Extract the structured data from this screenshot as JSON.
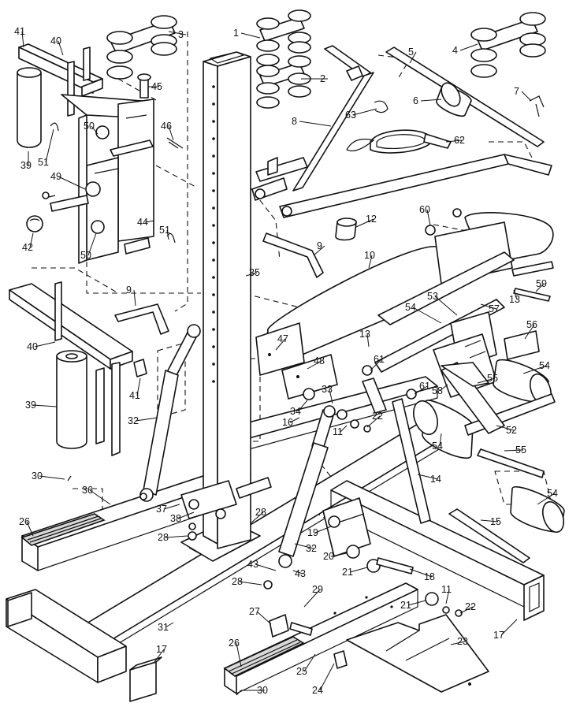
{
  "diagram": {
    "title": "",
    "parts": [
      {
        "id": "p1",
        "number": "1"
      },
      {
        "id": "p2",
        "number": "2"
      },
      {
        "id": "p3",
        "number": "3"
      },
      {
        "id": "p4",
        "number": "4"
      },
      {
        "id": "p5",
        "number": "5"
      },
      {
        "id": "p6",
        "number": "6"
      },
      {
        "id": "p7",
        "number": "7"
      },
      {
        "id": "p8",
        "number": "8"
      },
      {
        "id": "p9a",
        "number": "9"
      },
      {
        "id": "p9b",
        "number": "9"
      },
      {
        "id": "p10",
        "number": "10"
      },
      {
        "id": "p11a",
        "number": "11"
      },
      {
        "id": "p11b",
        "number": "11"
      },
      {
        "id": "p12",
        "number": "12"
      },
      {
        "id": "p13a",
        "number": "13"
      },
      {
        "id": "p13b",
        "number": "13"
      },
      {
        "id": "p14",
        "number": "14"
      },
      {
        "id": "p15",
        "number": "15"
      },
      {
        "id": "p16",
        "number": "16"
      },
      {
        "id": "p17a",
        "number": "17"
      },
      {
        "id": "p17b",
        "number": "17"
      },
      {
        "id": "p18",
        "number": "18"
      },
      {
        "id": "p19",
        "number": "19"
      },
      {
        "id": "p20",
        "number": "20"
      },
      {
        "id": "p21a",
        "number": "21"
      },
      {
        "id": "p21b",
        "number": "21"
      },
      {
        "id": "p22a",
        "number": "22"
      },
      {
        "id": "p22b",
        "number": "22"
      },
      {
        "id": "p23",
        "number": "23"
      },
      {
        "id": "p24",
        "number": "24"
      },
      {
        "id": "p25",
        "number": "25"
      },
      {
        "id": "p26a",
        "number": "26"
      },
      {
        "id": "p26b",
        "number": "26"
      },
      {
        "id": "p27",
        "number": "27"
      },
      {
        "id": "p28a",
        "number": "28"
      },
      {
        "id": "p28b",
        "number": "28"
      },
      {
        "id": "p28c",
        "number": "28"
      },
      {
        "id": "p29",
        "number": "29"
      },
      {
        "id": "p30a",
        "number": "30"
      },
      {
        "id": "p30b",
        "number": "30"
      },
      {
        "id": "p31",
        "number": "31"
      },
      {
        "id": "p32a",
        "number": "32"
      },
      {
        "id": "p32b",
        "number": "32"
      },
      {
        "id": "p33",
        "number": "33"
      },
      {
        "id": "p34",
        "number": "34"
      },
      {
        "id": "p35",
        "number": "35"
      },
      {
        "id": "p36",
        "number": "36"
      },
      {
        "id": "p37",
        "number": "37"
      },
      {
        "id": "p38",
        "number": "38"
      },
      {
        "id": "p39a",
        "number": "39"
      },
      {
        "id": "p39b",
        "number": "39"
      },
      {
        "id": "p40a",
        "number": "40"
      },
      {
        "id": "p40b",
        "number": "40"
      },
      {
        "id": "p41a",
        "number": "41"
      },
      {
        "id": "p41b",
        "number": "41"
      },
      {
        "id": "p42",
        "number": "42"
      },
      {
        "id": "p43a",
        "number": "43"
      },
      {
        "id": "p43b",
        "number": "43"
      },
      {
        "id": "p44",
        "number": "44"
      },
      {
        "id": "p45",
        "number": "45"
      },
      {
        "id": "p46",
        "number": "46"
      },
      {
        "id": "p47",
        "number": "47"
      },
      {
        "id": "p48",
        "number": "48"
      },
      {
        "id": "p49",
        "number": "49"
      },
      {
        "id": "p50a",
        "number": "50"
      },
      {
        "id": "p50b",
        "number": "50"
      },
      {
        "id": "p51a",
        "number": "51"
      },
      {
        "id": "p51b",
        "number": "51"
      },
      {
        "id": "p52",
        "number": "52"
      },
      {
        "id": "p53",
        "number": "53"
      },
      {
        "id": "p54a",
        "number": "54"
      },
      {
        "id": "p54b",
        "number": "54"
      },
      {
        "id": "p54c",
        "number": "54"
      },
      {
        "id": "p54d",
        "number": "54"
      },
      {
        "id": "p55a",
        "number": "55"
      },
      {
        "id": "p55b",
        "number": "55"
      },
      {
        "id": "p56",
        "number": "56"
      },
      {
        "id": "p57",
        "number": "57"
      },
      {
        "id": "p58",
        "number": "58"
      },
      {
        "id": "p59",
        "number": "59"
      },
      {
        "id": "p60",
        "number": "60"
      },
      {
        "id": "p61a",
        "number": "61"
      },
      {
        "id": "p61b",
        "number": "61"
      },
      {
        "id": "p62",
        "number": "62"
      },
      {
        "id": "p63",
        "number": "63"
      }
    ]
  }
}
